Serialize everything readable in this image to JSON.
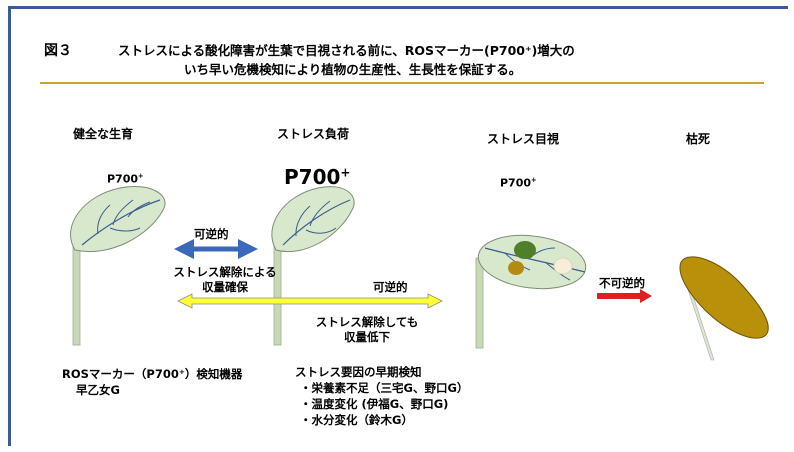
{
  "title": {
    "figure": "図３",
    "line1": "ストレスによる酸化障害が生葉で目視される前に、ROSマーカー(P700⁺)増大の",
    "line2": "いち早い危機検知により植物の生産性、生長性を保証する。"
  },
  "stages": {
    "healthy": "健全な生育",
    "stress_load": "ストレス負荷",
    "stress_visible": "ストレス目視",
    "withered": "枯死"
  },
  "marker": {
    "base": "P700",
    "sup": "+"
  },
  "arrows": {
    "reversible_short": "可逆的",
    "relief_1": "ストレス解除による",
    "relief_2": "収量確保",
    "reversible_long": "可逆的",
    "relief_long_1": "ストレス解除しても",
    "relief_long_2": "収量低下",
    "irreversible": "不可逆的"
  },
  "bottom_left": {
    "line1": "ROSマーカー（P700⁺）検知機器",
    "line2": "早乙女G"
  },
  "bottom_mid": {
    "title": "ストレス要因の早期検知",
    "items": [
      "・栄養素不足（三宅G、野口G）",
      "・温度変化 (伊福G、野口G)",
      "・水分変化（鈴木G）"
    ]
  },
  "colors": {
    "frame": "#3c5a9a",
    "gold": "#c8a23a",
    "leaf_green": "#d8e8cc",
    "vein": "#3a5d8f",
    "stem": "#c9d9b7",
    "blue_arrow": "#3b68b8",
    "yellow_arrow": "#ffff33",
    "red_arrow": "#e02020",
    "dead_leaf": "#b8900a"
  }
}
